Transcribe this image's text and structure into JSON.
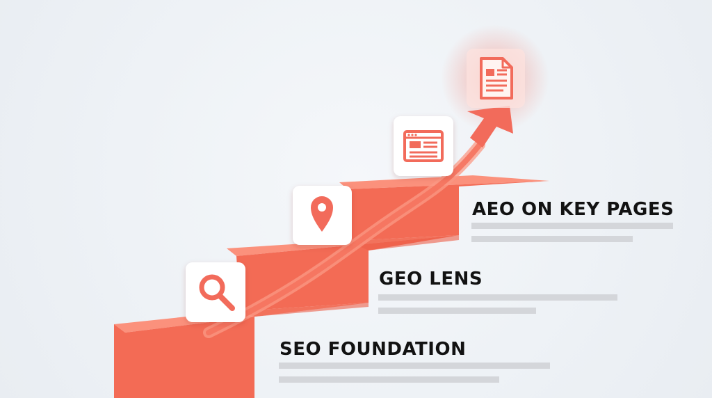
{
  "steps": [
    {
      "label": "SEO FOUNDATION",
      "icon": "magnifier-icon"
    },
    {
      "label": "GEO LENS",
      "icon": "location-pin-icon"
    },
    {
      "label": "AEO ON KEY PAGES",
      "icon": "webpage-icon"
    }
  ],
  "goal": {
    "icon": "document-icon"
  },
  "colors": {
    "accent": "#f26b5b",
    "stair_top": "#fa8b76",
    "stair_face": "#f36b55",
    "stair_shade": "#ec5d47",
    "label_text": "#121212",
    "placeholder_line": "#d4d6da",
    "background": "#eef2f6"
  }
}
